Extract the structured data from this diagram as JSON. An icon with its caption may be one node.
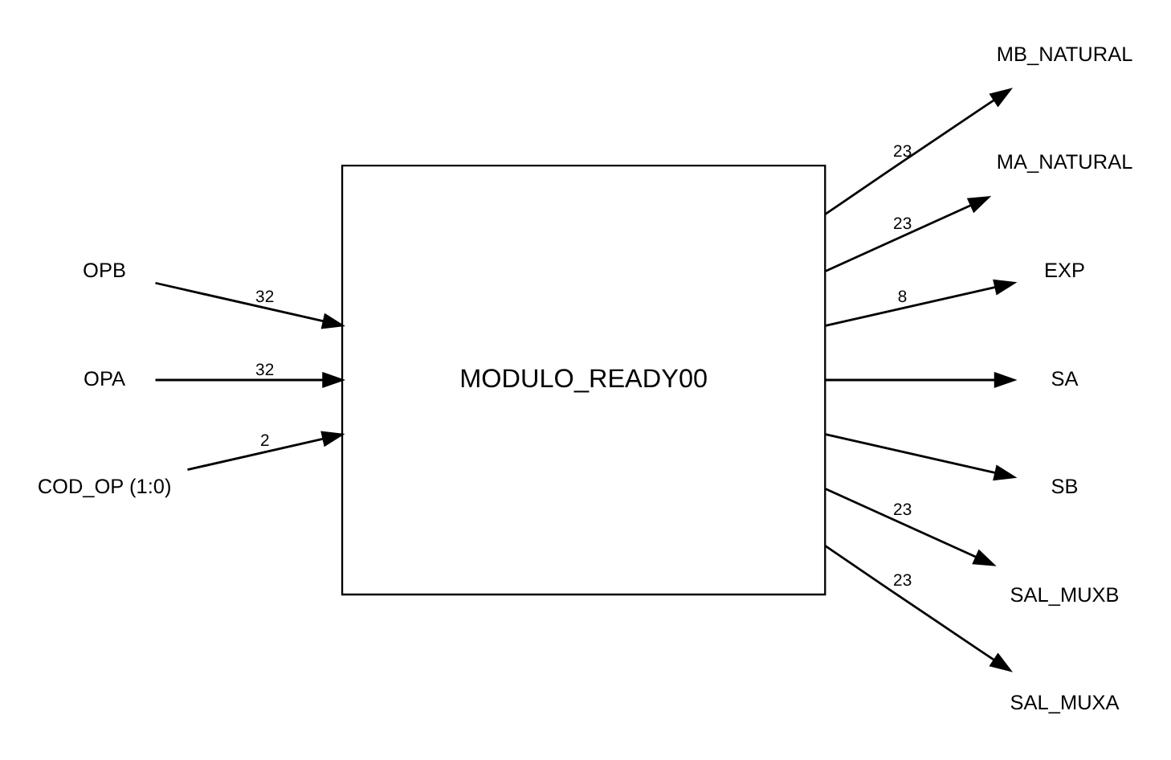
{
  "diagram": {
    "nodes": [
      {
        "text": [
          "OPB"
        ]
      },
      {
        "text": [
          "OPA"
        ]
      },
      {
        "text": [
          "COD_OP (1:0)"
        ]
      },
      {
        "text": [
          "MODULO_READY00"
        ]
      },
      {
        "text": [
          "MB_NATURAL"
        ]
      },
      {
        "text": [
          "MA_NATURAL"
        ]
      },
      {
        "text": [
          "EXP"
        ]
      },
      {
        "text": [
          "SA"
        ]
      },
      {
        "text": [
          "SB"
        ]
      },
      {
        "text": [
          "SAL_MUXB"
        ]
      },
      {
        "text": [
          "SAL_MUXA"
        ]
      }
    ],
    "edges": [
      {
        "from": 0,
        "to": 3,
        "arrow": "to",
        "label": "32"
      },
      {
        "from": 1,
        "to": 3,
        "arrow": "to",
        "label": "32"
      },
      {
        "from": 2,
        "to": 3,
        "arrow": "to",
        "label": "2"
      },
      {
        "from": 3,
        "to": 4,
        "arrow": "to",
        "label": "23"
      },
      {
        "from": 3,
        "to": 5,
        "arrow": "to",
        "label": "23"
      },
      {
        "from": 3,
        "to": 6,
        "arrow": "to",
        "label": "8"
      },
      {
        "from": 3,
        "to": 7,
        "arrow": "to"
      },
      {
        "from": 3,
        "to": 8,
        "arrow": "to"
      },
      {
        "from": 3,
        "to": 9,
        "arrow": "to",
        "label": "23"
      },
      {
        "from": 3,
        "to": 10,
        "arrow": "to",
        "label": "23"
      }
    ]
  }
}
